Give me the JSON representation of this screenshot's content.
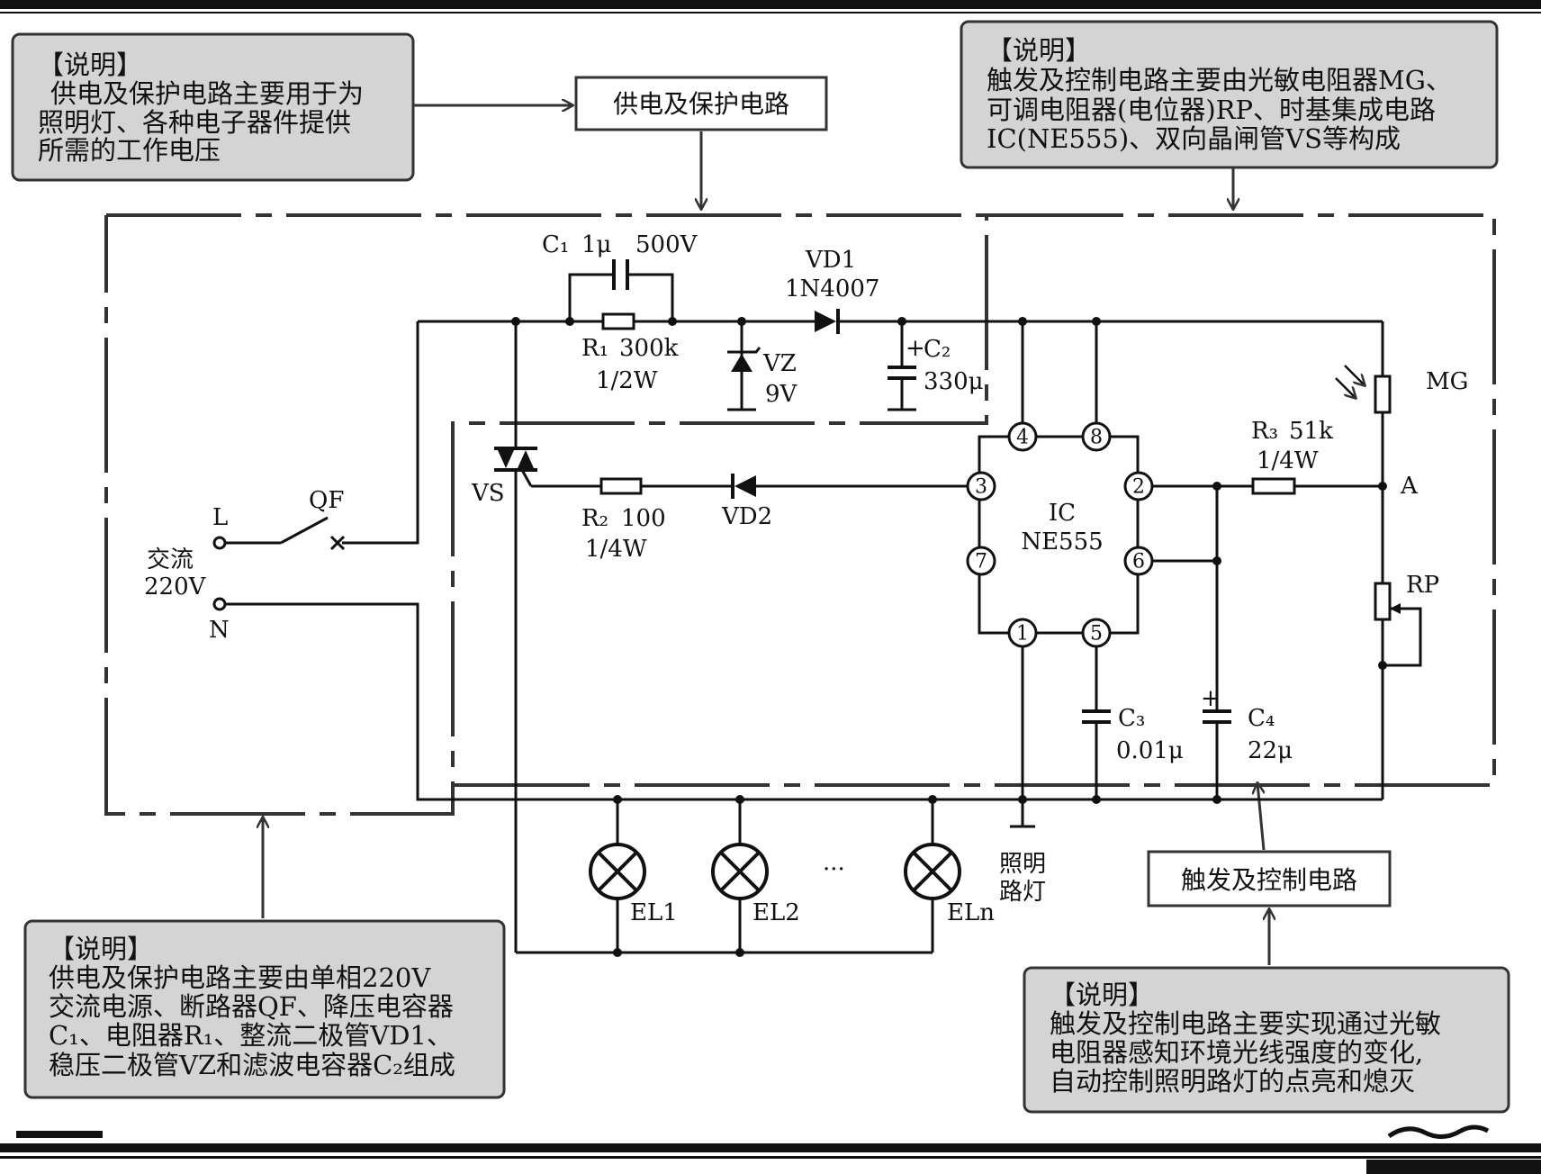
{
  "notes": {
    "power_top": {
      "heading": "【说明】",
      "lines": [
        "供电及保护电路主要用于为",
        "照明灯、各种电子器件提供",
        "所需的工作电压"
      ]
    },
    "trigger_top": {
      "heading": "【说明】",
      "lines": [
        "触发及控制电路主要由光敏电阻器MG、",
        "可调电阻器(电位器)RP、时基集成电路",
        "IC(NE555)、双向晶闸管VS等构成"
      ]
    },
    "power_bottom": {
      "heading": "【说明】",
      "lines": [
        "供电及保护电路主要由单相220V",
        "交流电源、断路器QF、降压电容器",
        "C₁、电阻器R₁、整流二极管VD1、",
        "稳压二极管VZ和滤波电容器C₂组成"
      ]
    },
    "trigger_bottom": {
      "heading": "【说明】",
      "lines": [
        "触发及控制电路主要实现通过光敏",
        "电阻器感知环境光线强度的变化,",
        "自动控制照明路灯的点亮和熄灭"
      ]
    }
  },
  "blocks": {
    "power": "供电及保护电路",
    "trigger": "触发及控制电路"
  },
  "components": {
    "C1": {
      "name": "C₁",
      "value": "1μ",
      "rating": "500V"
    },
    "R1": {
      "name": "R₁",
      "value": "300k",
      "rating": "1/2W"
    },
    "VD1": {
      "name": "VD1",
      "part": "1N4007"
    },
    "VZ": {
      "name": "VZ",
      "value": "9V"
    },
    "C2": {
      "name": "C₂",
      "value": "330μ"
    },
    "VS": {
      "name": "VS"
    },
    "R2": {
      "name": "R₂",
      "value": "100",
      "rating": "1/4W"
    },
    "VD2": {
      "name": "VD2"
    },
    "IC": {
      "name": "IC",
      "part": "NE555",
      "pins": [
        "1",
        "2",
        "3",
        "4",
        "5",
        "6",
        "7",
        "8"
      ]
    },
    "R3": {
      "name": "R₃",
      "value": "51k",
      "rating": "1/4W"
    },
    "MG": {
      "name": "MG"
    },
    "RP": {
      "name": "RP"
    },
    "node_A": {
      "name": "A"
    },
    "C3": {
      "name": "C₃",
      "value": "0.01μ"
    },
    "C4": {
      "name": "C₄",
      "value": "22μ"
    },
    "QF": {
      "name": "QF"
    },
    "source": {
      "line1": "交流",
      "line2": "220V",
      "L": "L",
      "N": "N"
    },
    "lamps": [
      "EL1",
      "EL2",
      "ELn"
    ],
    "lamp_ellipsis": "···",
    "lamp_group": {
      "line1": "照明",
      "line2": "路灯"
    }
  }
}
